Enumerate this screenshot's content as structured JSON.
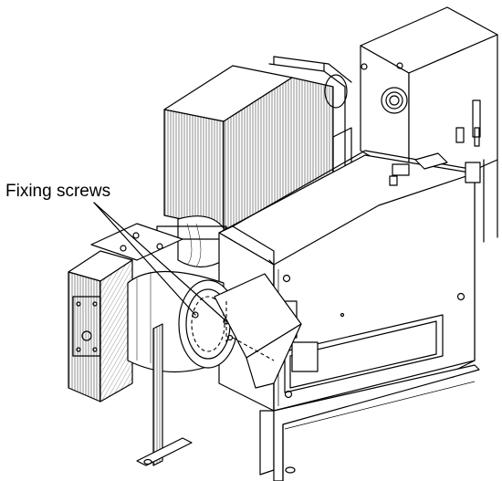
{
  "figure": {
    "callout_label": "Fixing screws",
    "line_color": "#000000",
    "background_color": "#ffffff",
    "leader_targets": [
      "fixing-screw-upper",
      "fixing-screw-lower"
    ]
  }
}
